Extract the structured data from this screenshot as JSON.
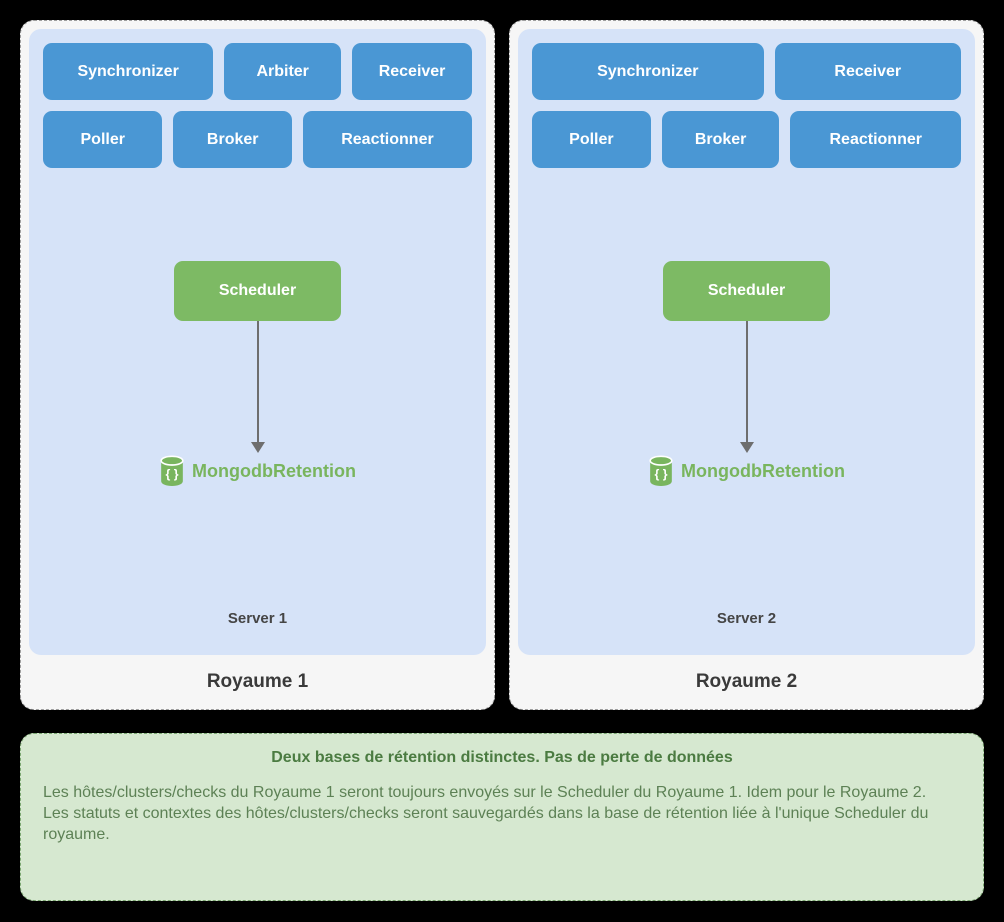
{
  "realms": [
    {
      "label": "Royaume 1",
      "server_label": "Server 1",
      "daemon_rows": [
        [
          "Synchronizer",
          "Arbiter",
          "Receiver"
        ],
        [
          "Poller",
          "Broker",
          "Reactionner"
        ]
      ],
      "scheduler_label": "Scheduler",
      "database_label": "MongodbRetention"
    },
    {
      "label": "Royaume 2",
      "server_label": "Server 2",
      "daemon_rows": [
        [
          "Synchronizer",
          "Receiver"
        ],
        [
          "Poller",
          "Broker",
          "Reactionner"
        ]
      ],
      "scheduler_label": "Scheduler",
      "database_label": "MongodbRetention"
    }
  ],
  "icons": {
    "db_glyph": "{ }"
  },
  "note": {
    "title": "Deux bases de rétention distinctes. Pas de perte de données",
    "paragraphs": [
      "Les hôtes/clusters/checks du Royaume 1 seront toujours envoyés sur le Scheduler du Royaume 1. Idem pour le Royaume 2.",
      "Les statuts et contextes des hôtes/clusters/checks seront sauvegardés dans la base de rétention liée à l'unique Scheduler du royaume."
    ]
  },
  "colors": {
    "daemon_blue": "#4a97d4",
    "server_panel_blue": "#d6e3f8",
    "realm_panel_gray": "#f6f6f6",
    "scheduler_green": "#7dba64",
    "database_green": "#79b55e",
    "note_background": "#d6e8d0",
    "note_border": "#7ca872",
    "note_title_green": "#4b7b41",
    "note_text_green": "#5d8155",
    "arrow_gray": "#6e6e6e",
    "page_background": "#000000"
  }
}
